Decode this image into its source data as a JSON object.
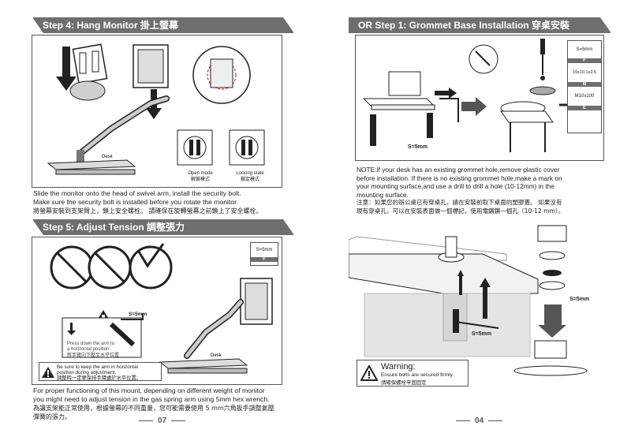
{
  "left": {
    "step4": {
      "title": "Step 4: Hang Monitor  掛上螢幕",
      "open_mode": "Open mode",
      "open_mode_cn": "解鎖模式",
      "locking_state": "Locking state",
      "locking_state_cn": "鎖定模式",
      "desk_label": "Desk",
      "line1": "Slide the monitor onto the head of swivel arm, install the security bolt.",
      "line2": "Make sure the security bolt is installed before you rotate the monitor.",
      "line3": "將螢幕安裝到支架臂上，鎖上安全螺栓。 請確保在旋轉螢幕之前鎖上了安全螺栓。"
    },
    "step5": {
      "title": "Step 5: Adjust Tension  調整張力",
      "legend_size": "S=5mm",
      "legend_letter": "F",
      "s5mm": "S=5mm",
      "desk_label": "Desk",
      "press1": "Press down the arm to",
      "press2": "a horizontal position",
      "press3": "將手臂向下壓至水平位置",
      "warn1": "Be sure to keep the arm in horizontal",
      "warn2": "position during adjustment.",
      "warn3": "調整時一定要保持手臂處於水平位置。",
      "line1": "For proper functioning of this mount, depending on different weight of monitor",
      "line2": "you might need to adjust tension in the gas spring arm using 5mm hex wrench.",
      "line3": "為讓支架能正常使用，根據螢幕的不同重量，您可能需要使用 5 mm六角扳手調整氣壓",
      "line4": "彈簧的張力。"
    },
    "page_number": "07"
  },
  "right": {
    "grommet": {
      "title": "OR Step 1: Grommet Base Installation  穿桌安裝",
      "legend": [
        {
          "size": "S=5mm",
          "letter": "F"
        },
        {
          "size": "15x10.1x2.5",
          "letter": "B"
        },
        {
          "size": "M10x100",
          "letter": "E"
        }
      ],
      "s5mm": "S=5mm",
      "note1": "NOTE:If your desk has an existing grommet hole,remove plastic cover",
      "note2": "before installation. If there is no existing grommet hole,make a mark on",
      "note3": "your mounting surface,and use a drill to drill a hole (10-12mm) in the",
      "note4": "mounting surface.",
      "note5": "注意：如果您的辦公桌已有穿桌孔，請在安裝前取下桌面的塑膠蓋。 如果沒有",
      "note6": "現有穿桌孔，可以在安裝表面做一個標記，使用電鑽鑽一個孔（10-12 mm）。",
      "s5mm_a": "S=5mm",
      "s5mm_b": "S=5mm",
      "warning_title": "Warning:",
      "warning_line1": "Ensure bolts are secured firmly.",
      "warning_line2": "請確保螺栓牢固固定"
    },
    "page_number": "04"
  }
}
